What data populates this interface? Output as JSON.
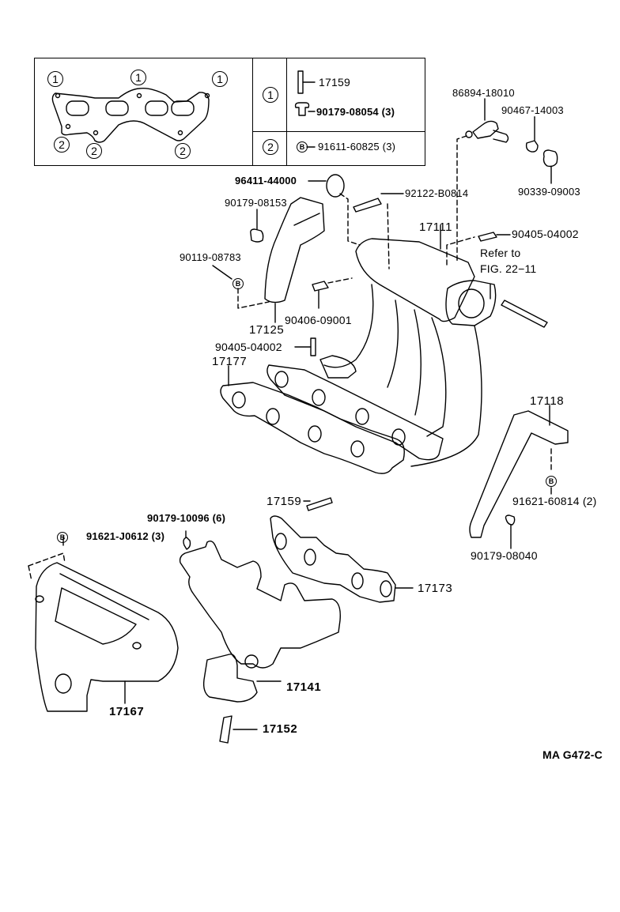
{
  "figure": {
    "code": "MA G472-C",
    "reference_note": [
      "Refer to",
      "FIG. 22−11"
    ]
  },
  "legend": {
    "gasket_markers": [
      "1",
      "1",
      "1",
      "2",
      "2",
      "2"
    ],
    "rows": [
      {
        "marker": "1",
        "items": [
          {
            "part": "17159",
            "icon": "stud-icon"
          },
          {
            "part": "90179-08054 (3)",
            "icon": "nut-icon"
          }
        ]
      },
      {
        "marker": "2",
        "items": [
          {
            "part": "91611-60825 (3)",
            "icon": "bolt-b-icon",
            "symbol": "B"
          }
        ]
      }
    ]
  },
  "parts": {
    "p86894_18010": "86894-18010",
    "p90467_14003": "90467-14003",
    "p90339_09003": "90339-09003",
    "p96411_44000": "96411-44000",
    "p92122_B0814": "92122-B0814",
    "p90179_08153": "90179-08153",
    "p17111": "17111",
    "p90405_04002_a": "90405-04002",
    "p90119_08783": "90119-08783",
    "p17125": "17125",
    "p90406_09001": "90406-09001",
    "p90405_04002_b": "90405-04002",
    "p17177": "17177",
    "p17118": "17118",
    "p91621_60814": "91621-60814 (2)",
    "p90179_08040": "90179-08040",
    "p17159": "17159",
    "p90179_10096": "90179-10096 (6)",
    "p91621_J0612": "91621-J0612 (3)",
    "p17173": "17173",
    "p17141": "17141",
    "p17167": "17167",
    "p17152": "17152"
  },
  "symbols": {
    "bolt_marker": "B"
  }
}
